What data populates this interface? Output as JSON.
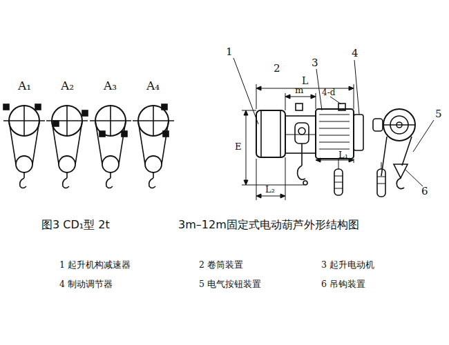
{
  "diagram": {
    "caption": "3m–12m固定式电动葫芦外形结构图",
    "labels": [
      "A₁",
      "A₂",
      "A₃",
      "A₄",
      "1",
      "2",
      "3",
      "4",
      "L",
      "m",
      "4-d",
      "E",
      "L₁",
      "L₂",
      "5",
      "6",
      "图3  CD₁型 2t",
      "1 起升机构减速器",
      "2 卷筒装置",
      "3 起升电动机",
      "4 制动调节器",
      "5 电气按钮装置",
      "6 吊钩装置"
    ]
  }
}
